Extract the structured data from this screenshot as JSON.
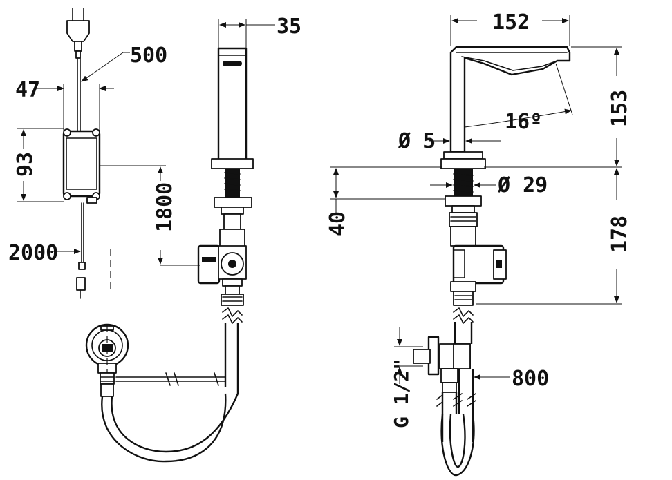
{
  "dimensions": {
    "d35": "35",
    "d500": "500",
    "d47": "47",
    "d93": "93",
    "d1800": "1800",
    "d2000": "2000",
    "d152": "152",
    "d153": "153",
    "d16": "16º",
    "d5": "Ø 5",
    "d29": "Ø 29",
    "d40": "40",
    "d178": "178",
    "d800": "800",
    "dG12": "G 1/2\""
  }
}
